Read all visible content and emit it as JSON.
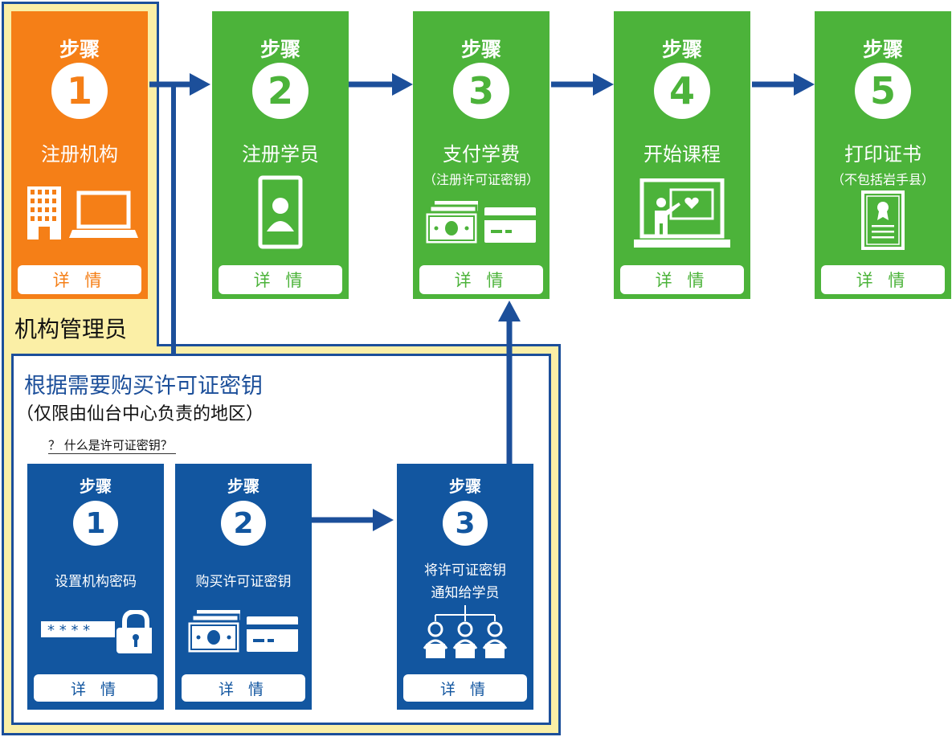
{
  "colors": {
    "orange": "#f57f17",
    "green": "#4cb33a",
    "blue": "#1256a0",
    "yellow": "#fbefa6",
    "arrow": "#1c4f9a"
  },
  "main_steps": [
    {
      "step": "步骤",
      "num": "1",
      "title": "注册机构",
      "sub": "",
      "detail": "详 情",
      "icon": "building-laptop-icon"
    },
    {
      "step": "步骤",
      "num": "2",
      "title": "注册学员",
      "sub": "",
      "detail": "详 情",
      "icon": "smartphone-user-icon"
    },
    {
      "step": "步骤",
      "num": "3",
      "title": "支付学费",
      "sub": "（注册许可证密钥）",
      "detail": "详 情",
      "icon": "money-card-icon"
    },
    {
      "step": "步骤",
      "num": "4",
      "title": "开始课程",
      "sub": "",
      "detail": "详 情",
      "icon": "teacher-screen-icon"
    },
    {
      "step": "步骤",
      "num": "5",
      "title": "打印证书",
      "sub": "（不包括岩手县）",
      "detail": "详 情",
      "icon": "certificate-icon"
    }
  ],
  "admin_label": "机构管理员",
  "license": {
    "title": "根据需要购买许可证密钥",
    "subtitle": "（仅限由仙台中心负责的地区）",
    "link": "？ 什么是许可证密钥？",
    "steps": [
      {
        "step": "步骤",
        "num": "1",
        "title": "设置机构密码",
        "title2": "",
        "detail": "详 情",
        "icon": "password-lock-icon"
      },
      {
        "step": "步骤",
        "num": "2",
        "title": "购买许可证密钥",
        "title2": "",
        "detail": "详 情",
        "icon": "money-card-icon"
      },
      {
        "step": "步骤",
        "num": "3",
        "title": "将许可证密钥",
        "title2": "通知给学员",
        "detail": "详 情",
        "icon": "org-users-icon"
      }
    ]
  }
}
